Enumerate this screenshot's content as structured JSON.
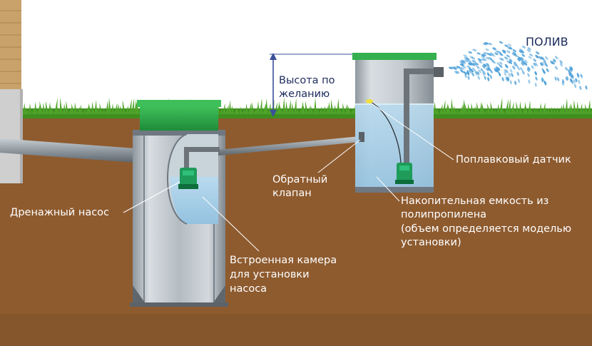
{
  "labels": {
    "poliv": "ПОЛИВ",
    "height_line1": "Высота по",
    "height_line2": "желанию",
    "float_sensor": "Поплавковый датчик",
    "check_valve_line1": "Обратный",
    "check_valve_line2": "клапан",
    "tank_line1": "Накопительная емкость из",
    "tank_line2": "полипропилена",
    "tank_line3": "(объем определяется моделью",
    "tank_line4": "установки)",
    "drain_pump": "Дренажный насос",
    "chamber_line1": "Встроенная камера",
    "chamber_line2": "для установки",
    "chamber_line3": "насоса"
  },
  "colors": {
    "soil": "#8e5b2f",
    "lid": "#2ea64a",
    "water": "#a9d0ea",
    "pump": "#1f9b5a",
    "grass": "#3f8f1e",
    "spray": "#4b9fd8",
    "label_dark": "#1c2a5c",
    "label_light": "#ffffff"
  },
  "icons": [
    "drainage-pump-icon",
    "storage-pump-icon",
    "float-sensor-icon",
    "check-valve-icon",
    "water-spray-icon"
  ]
}
